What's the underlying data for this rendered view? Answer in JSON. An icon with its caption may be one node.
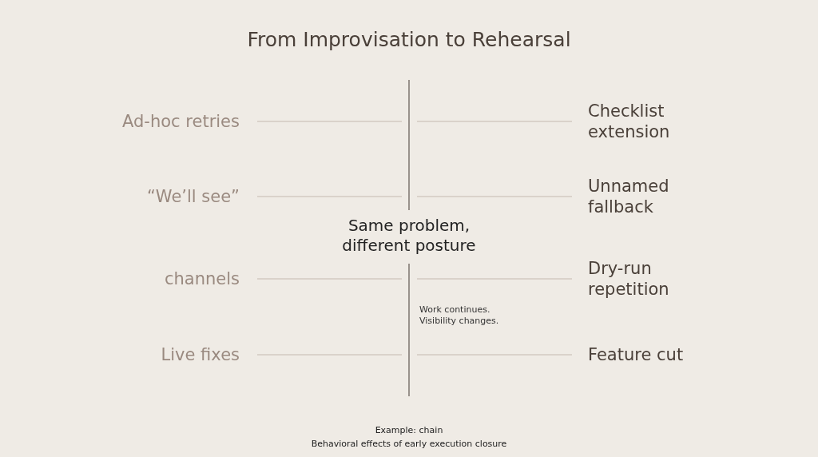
{
  "diagram": {
    "title": "From Improvisation to Rehearsal",
    "labels": [
      "Ad-hoc retries",
      "Checklist extension",
      "“We’ll see”",
      "Unnamed fallback",
      "Same problem, different posture",
      "channels",
      "Dry-run repetition",
      "Work continues. Visibility changes.",
      "Live fixes",
      "Feature cut",
      "Example: chain",
      "Behavioral effects of early execution closure"
    ]
  }
}
